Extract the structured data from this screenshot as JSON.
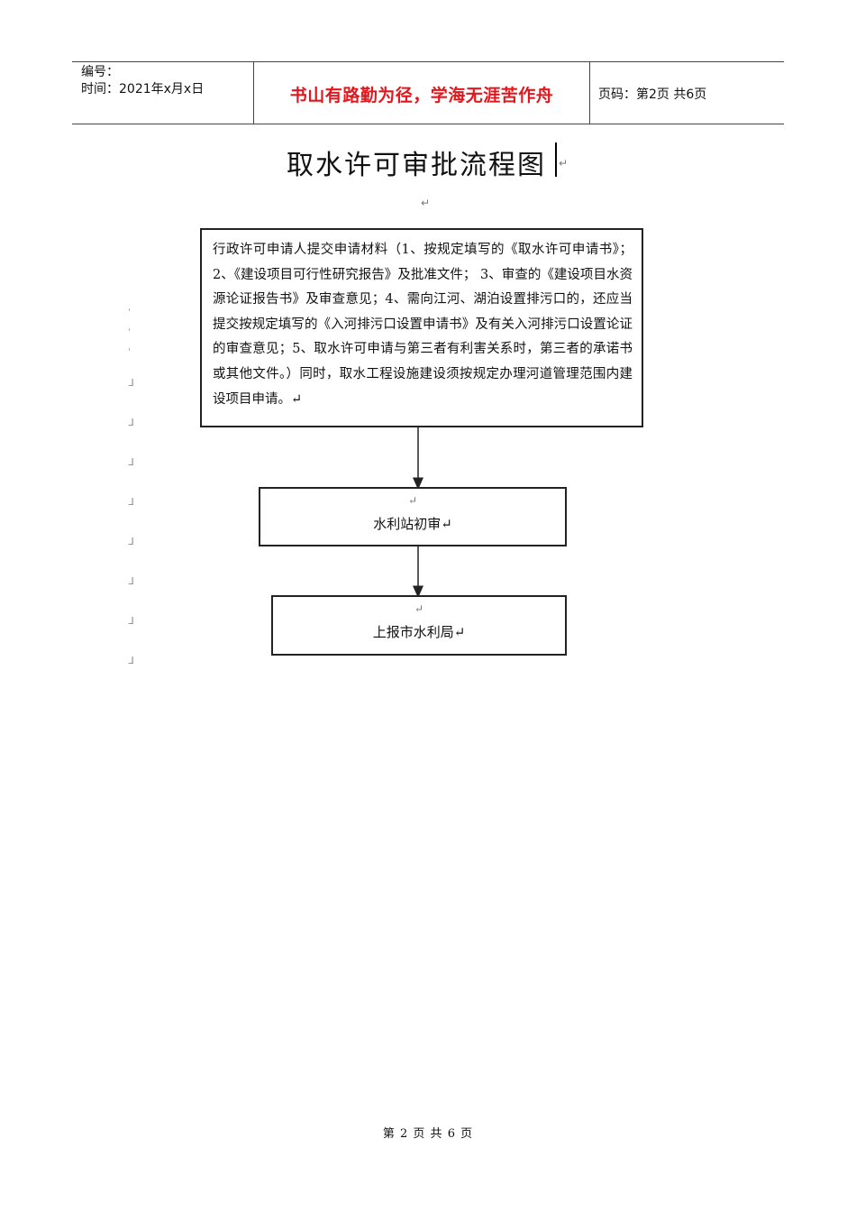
{
  "header": {
    "number_label": "编号：",
    "date_line": "时间：2021年x月x日",
    "motto": "书山有路勤为径，学海无涯苦作舟",
    "page_info": "页码：第2页  共6页"
  },
  "title": "取水许可审批流程图",
  "paragraph_mark": "↵",
  "line_mark": "ᒧ",
  "flow": {
    "step1": "行政许可申请人提交申请材料（1、按规定填写的《取水许可申请书》；2、《建设项目可行性研究报告》及批准文件； 3、审查的《建设项目水资源论证报告书》及审查意见；4、需向江河、湖泊设置排污口的，还应当提交按规定填写的《入河排污口设置申请书》及有关入河排污口设置论证的审查意见；5、取水许可申请与第三者有利害关系时，第三者的承诺书或其他文件。）同时，取水工程设施建设须按规定办理河道管理范围内建设项目申请。↵",
    "step2": "水利站初审↵",
    "step3": "上报市水利局↵"
  },
  "footer": "第 2 页 共 6 页"
}
